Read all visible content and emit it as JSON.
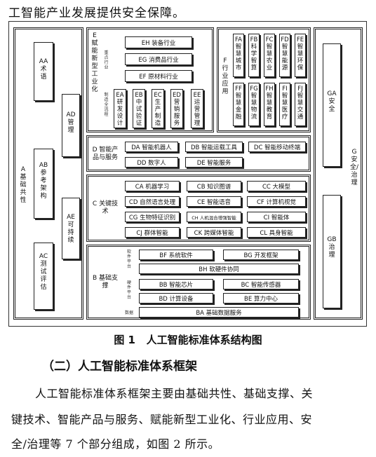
{
  "top_line": "工智能产业发展提供安全保障。",
  "caption": "图 1   人工智能标准体系结构图",
  "section_heading": "（二）人工智能标准体系框架",
  "paragraph_line1": "人工智能标准体系框架主要由基础共性、基础支撑、关",
  "paragraph_line2": "键技术、智能产品与服务、赋能新型工业化、行业应用、安",
  "paragraph_line3": "全/治理等 7 个部分组成，如图 2 所示。",
  "diagram": {
    "A": {
      "label": "A 基础共性"
    },
    "AA": "AA 术语",
    "AB": "AB 参考架构",
    "AC": "AC 测试评估",
    "AD": "AD 管理",
    "AE": "AE 可持续",
    "E": {
      "label": "E 赋能新型工业化",
      "sub_key_industry": "重点行业",
      "sub_lifecycle": "制造全流程",
      "EH": "EH  装备行业",
      "EG": "EG  消费品行业",
      "EF": "EF  原材料行业",
      "EA": "EA 研发设计",
      "EB": "EB 中试验证",
      "EC": "EC 生产制造",
      "ED": "ED 营销服务",
      "EE": "EE 运营管理"
    },
    "F": {
      "label": "F 行业应用",
      "FA": "FA 智慧城市",
      "FB": "FB 科学智算",
      "FC": "FC 智慧农业",
      "FD": "FD 智慧能源",
      "FE": "FE 智慧环保",
      "FF": "FF 智慧金融",
      "FG": "FG 智慧物流",
      "FH": "FH 智慧教育",
      "FI": "FI 智慧医疗",
      "FJ": "FJ 智慧交通"
    },
    "D": {
      "label": "D 智能产品与服务",
      "DA": "DA 智能机器人",
      "DB": "DB 智能运载工具",
      "DC": "DC 智能移动终端",
      "DD": "DD 数字人",
      "DE": "DE 智能服务"
    },
    "C": {
      "label": "C 关键技术",
      "CA": "CA 机器学习",
      "CB": "CB 知识图谱",
      "CC": "CC 大模型",
      "CD": "CD 自然语言处理",
      "CE": "CE 智能语音",
      "CF": "CF 计算机视觉",
      "CG": "CG 生物特征识别",
      "CH": "CH 人机混合增强智能",
      "CI": "CI 智能体",
      "CJ": "CJ 群体智能",
      "CK": "CK 跨媒体智能",
      "CL": "CL 具身智能"
    },
    "B": {
      "label": "B 基础支撑",
      "sub_software": "软件平台",
      "sub_hardware": "硬件平台",
      "sub_data": "数据",
      "BF": "BF  系统软件",
      "BG": "BG  开发框架",
      "BH": "BH  软硬件协同",
      "BB": "BB  智能芯片",
      "BC": "BC  智能传感器",
      "BD": "BD  计算设备",
      "BE": "BE  算力中心",
      "BA": "BA  基础数据服务"
    },
    "G": {
      "label": "G 安全/治理",
      "GA": "GA 安全",
      "GB": "GB 治理"
    }
  }
}
